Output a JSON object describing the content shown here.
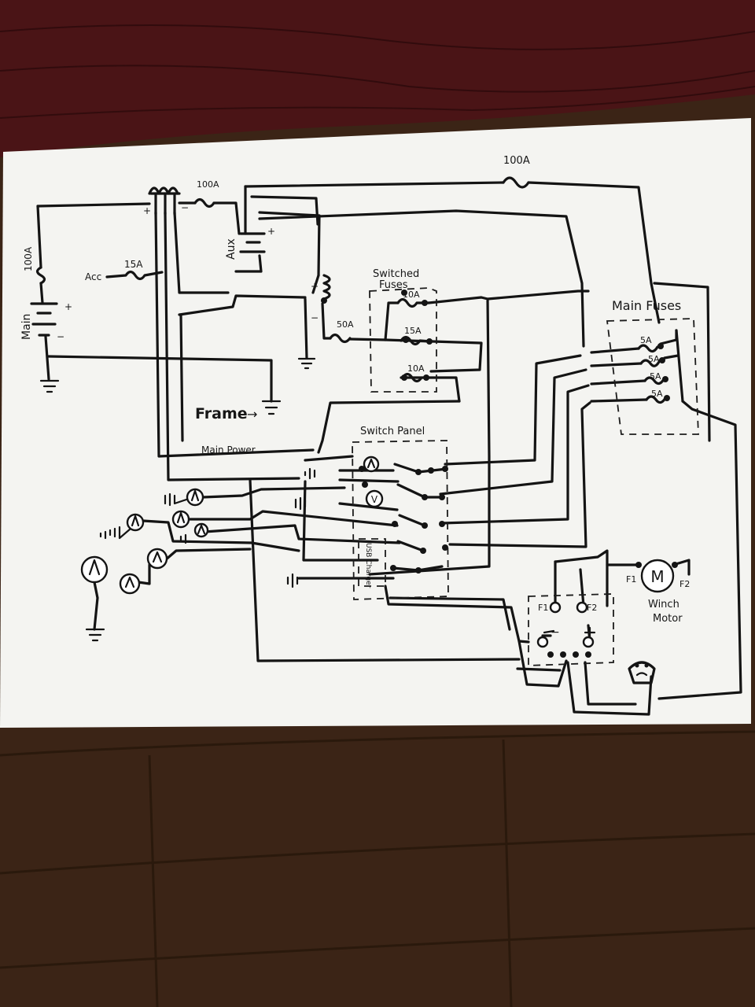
{
  "colors": {
    "carpet": "#4a1416",
    "carpet_dark": "#2c0a0b",
    "floor": "#3b2416",
    "floor_dark": "#241509",
    "paper": "#f4f4f1",
    "ink": "#141414"
  },
  "labels": {
    "top_fuse_right": "100A",
    "top_fuse_left": "100A",
    "main_fuse": "100A",
    "main_battery": "Main",
    "aux_battery": "Aux",
    "acc": "Acc",
    "acc_fuse": "15A",
    "fuse_50": "50A",
    "frame": "Frame",
    "main_power": "Main Power",
    "switched_fuses": [
      "Switched",
      "Fuses"
    ],
    "switched_fuse_values": [
      "10A",
      "15A",
      "10A"
    ],
    "main_fuses": "Main Fuses",
    "main_fuse_values": [
      "5A",
      "5A",
      "5A",
      "5A"
    ],
    "switch_panel": "Switch Panel",
    "usb": "USB Charger",
    "winch": [
      "Winch",
      "Motor"
    ],
    "motor_letter": "M",
    "f1": "F1",
    "f2": "F2",
    "f1_term": "F1",
    "f2_term": "F2",
    "volt_letter": "V"
  }
}
